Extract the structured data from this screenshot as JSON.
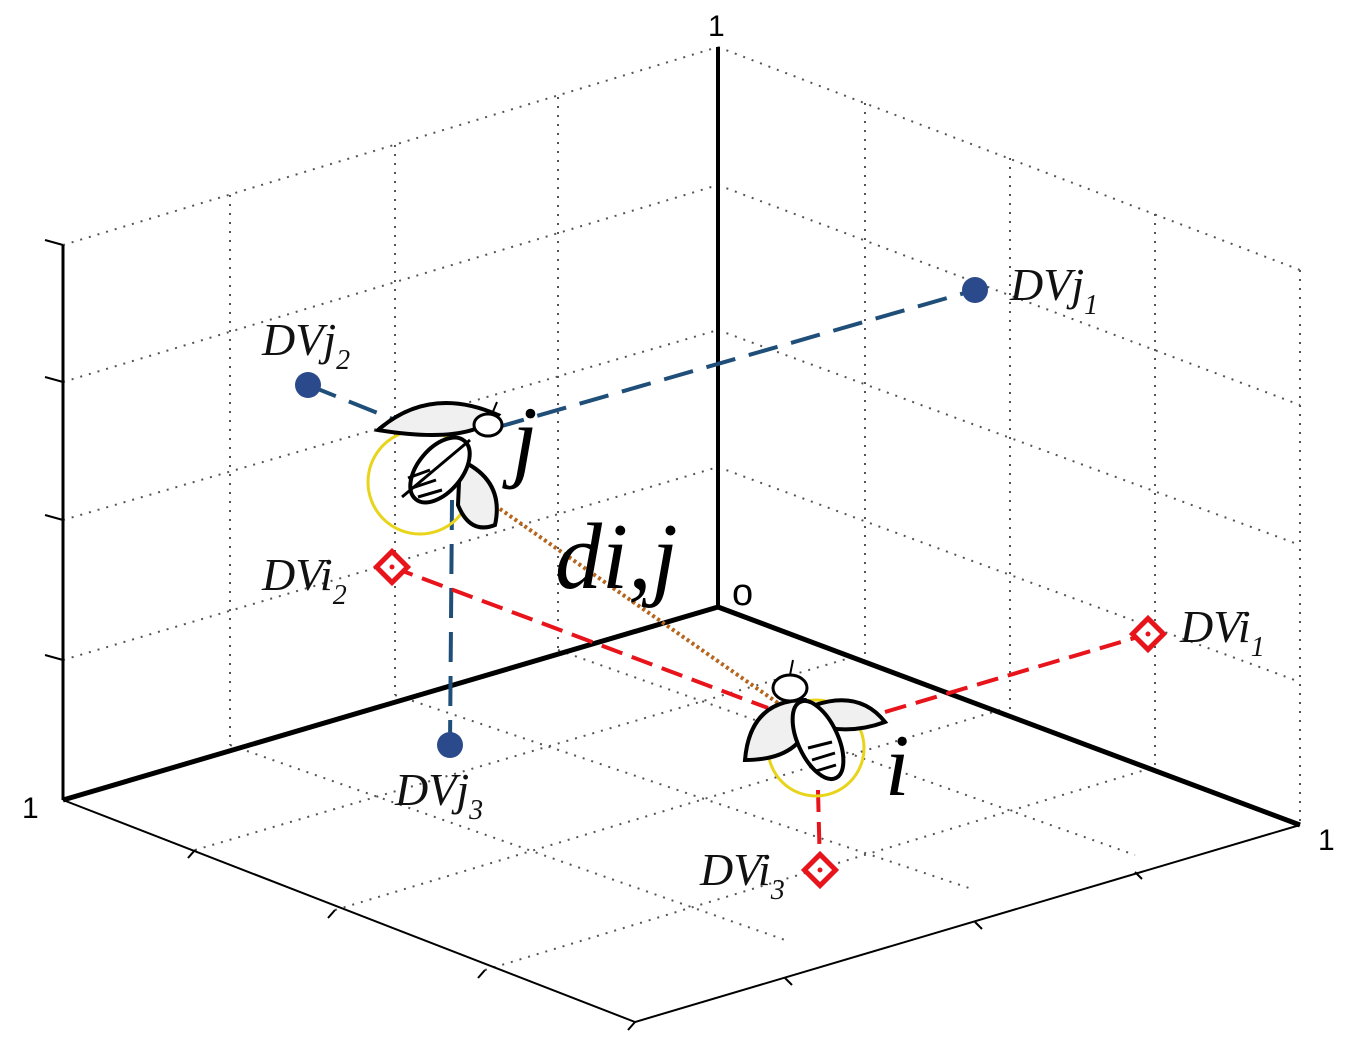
{
  "axes": {
    "tick_labels": {
      "z_top": "1",
      "x_left": "1",
      "y_right": "1",
      "origin": "o"
    }
  },
  "nodes": {
    "j": {
      "label": "j",
      "color": "#1f4e79"
    },
    "i": {
      "label": "i",
      "color": "#e8141c"
    }
  },
  "distance": {
    "label": "di,j",
    "color": "#b5651d"
  },
  "points": {
    "DVj1": {
      "base": "DVj",
      "sub": "1"
    },
    "DVj2": {
      "base": "DVj",
      "sub": "2"
    },
    "DVj3": {
      "base": "DVj",
      "sub": "3"
    },
    "DVi1": {
      "base": "DVi",
      "sub": "1"
    },
    "DVi2": {
      "base": "DVi",
      "sub": "2"
    },
    "DVi3": {
      "base": "DVi",
      "sub": "3"
    }
  },
  "colors": {
    "j_series": "#1f4e79",
    "i_series": "#e8141c",
    "distance_line": "#b5651d",
    "firefly_ring": "#e8d41a",
    "grid": "#555555"
  },
  "icons": [
    "firefly-icon-j",
    "firefly-icon-i"
  ]
}
